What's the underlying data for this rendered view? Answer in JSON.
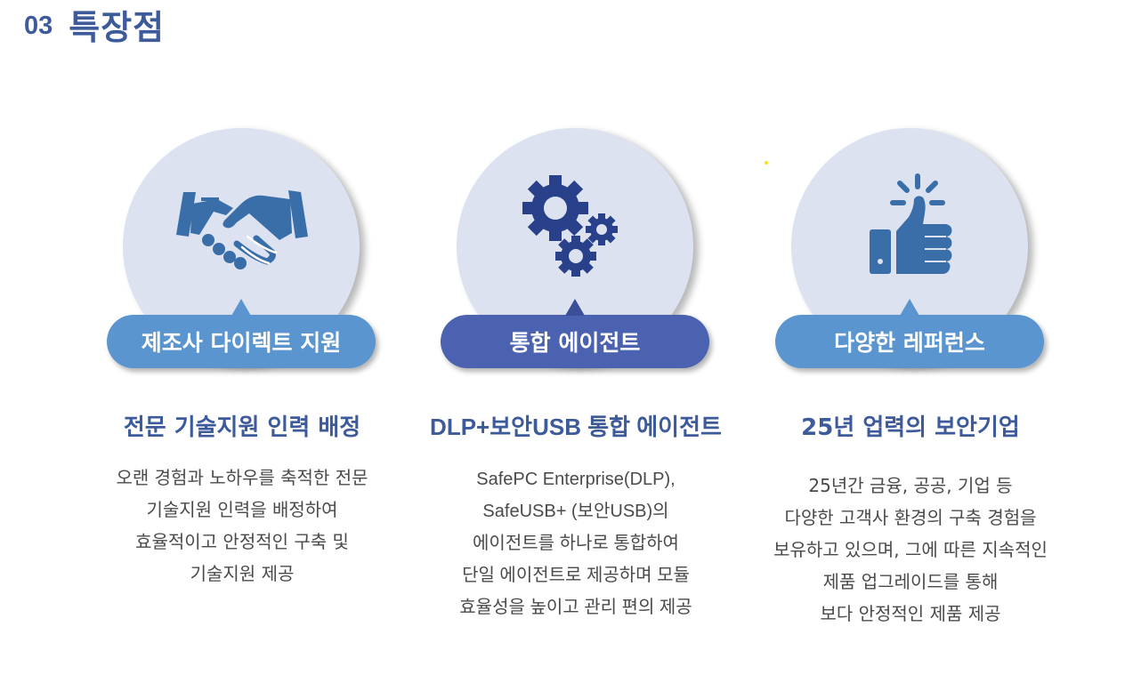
{
  "header": {
    "number": "03",
    "title": "특장점"
  },
  "colors": {
    "title_blue": "#3d5a9a",
    "circle_bg": "#dce2f0",
    "pill_light": "#5a95cf",
    "pill_dark": "#4a62b0",
    "icon_blue": "#3a6ea8",
    "icon_navy": "#28418a"
  },
  "features": [
    {
      "icon": "handshake-icon",
      "label": "제조사 다이렉트 지원",
      "title": "전문 기술지원 인력 배정",
      "lines": [
        "오랜 경험과 노하우를 축적한 전문",
        "기술지원 인력을 배정하여",
        "효율적이고 안정적인 구축 및",
        "기술지원 제공"
      ]
    },
    {
      "icon": "gears-icon",
      "label": "통합 에이전트",
      "title": "DLP+보안USB 통합 에이전트",
      "lines": [
        "SafePC Enterprise(DLP),",
        "SafeUSB+ (보안USB)의",
        "에이전트를 하나로 통합하여",
        "단일 에이전트로 제공하며 모듈",
        "효율성을 높이고 관리 편의 제공"
      ]
    },
    {
      "icon": "thumbs-up-icon",
      "label": "다양한 레퍼런스",
      "title": "25년 업력의 보안기업",
      "lines": [
        "25년간 금융, 공공, 기업 등",
        "다양한 고객사 환경의 구축 경험을",
        "보유하고 있으며, 그에 따른 지속적인",
        "제품 업그레이드를 통해",
        "보다 안정적인 제품 제공"
      ]
    }
  ]
}
